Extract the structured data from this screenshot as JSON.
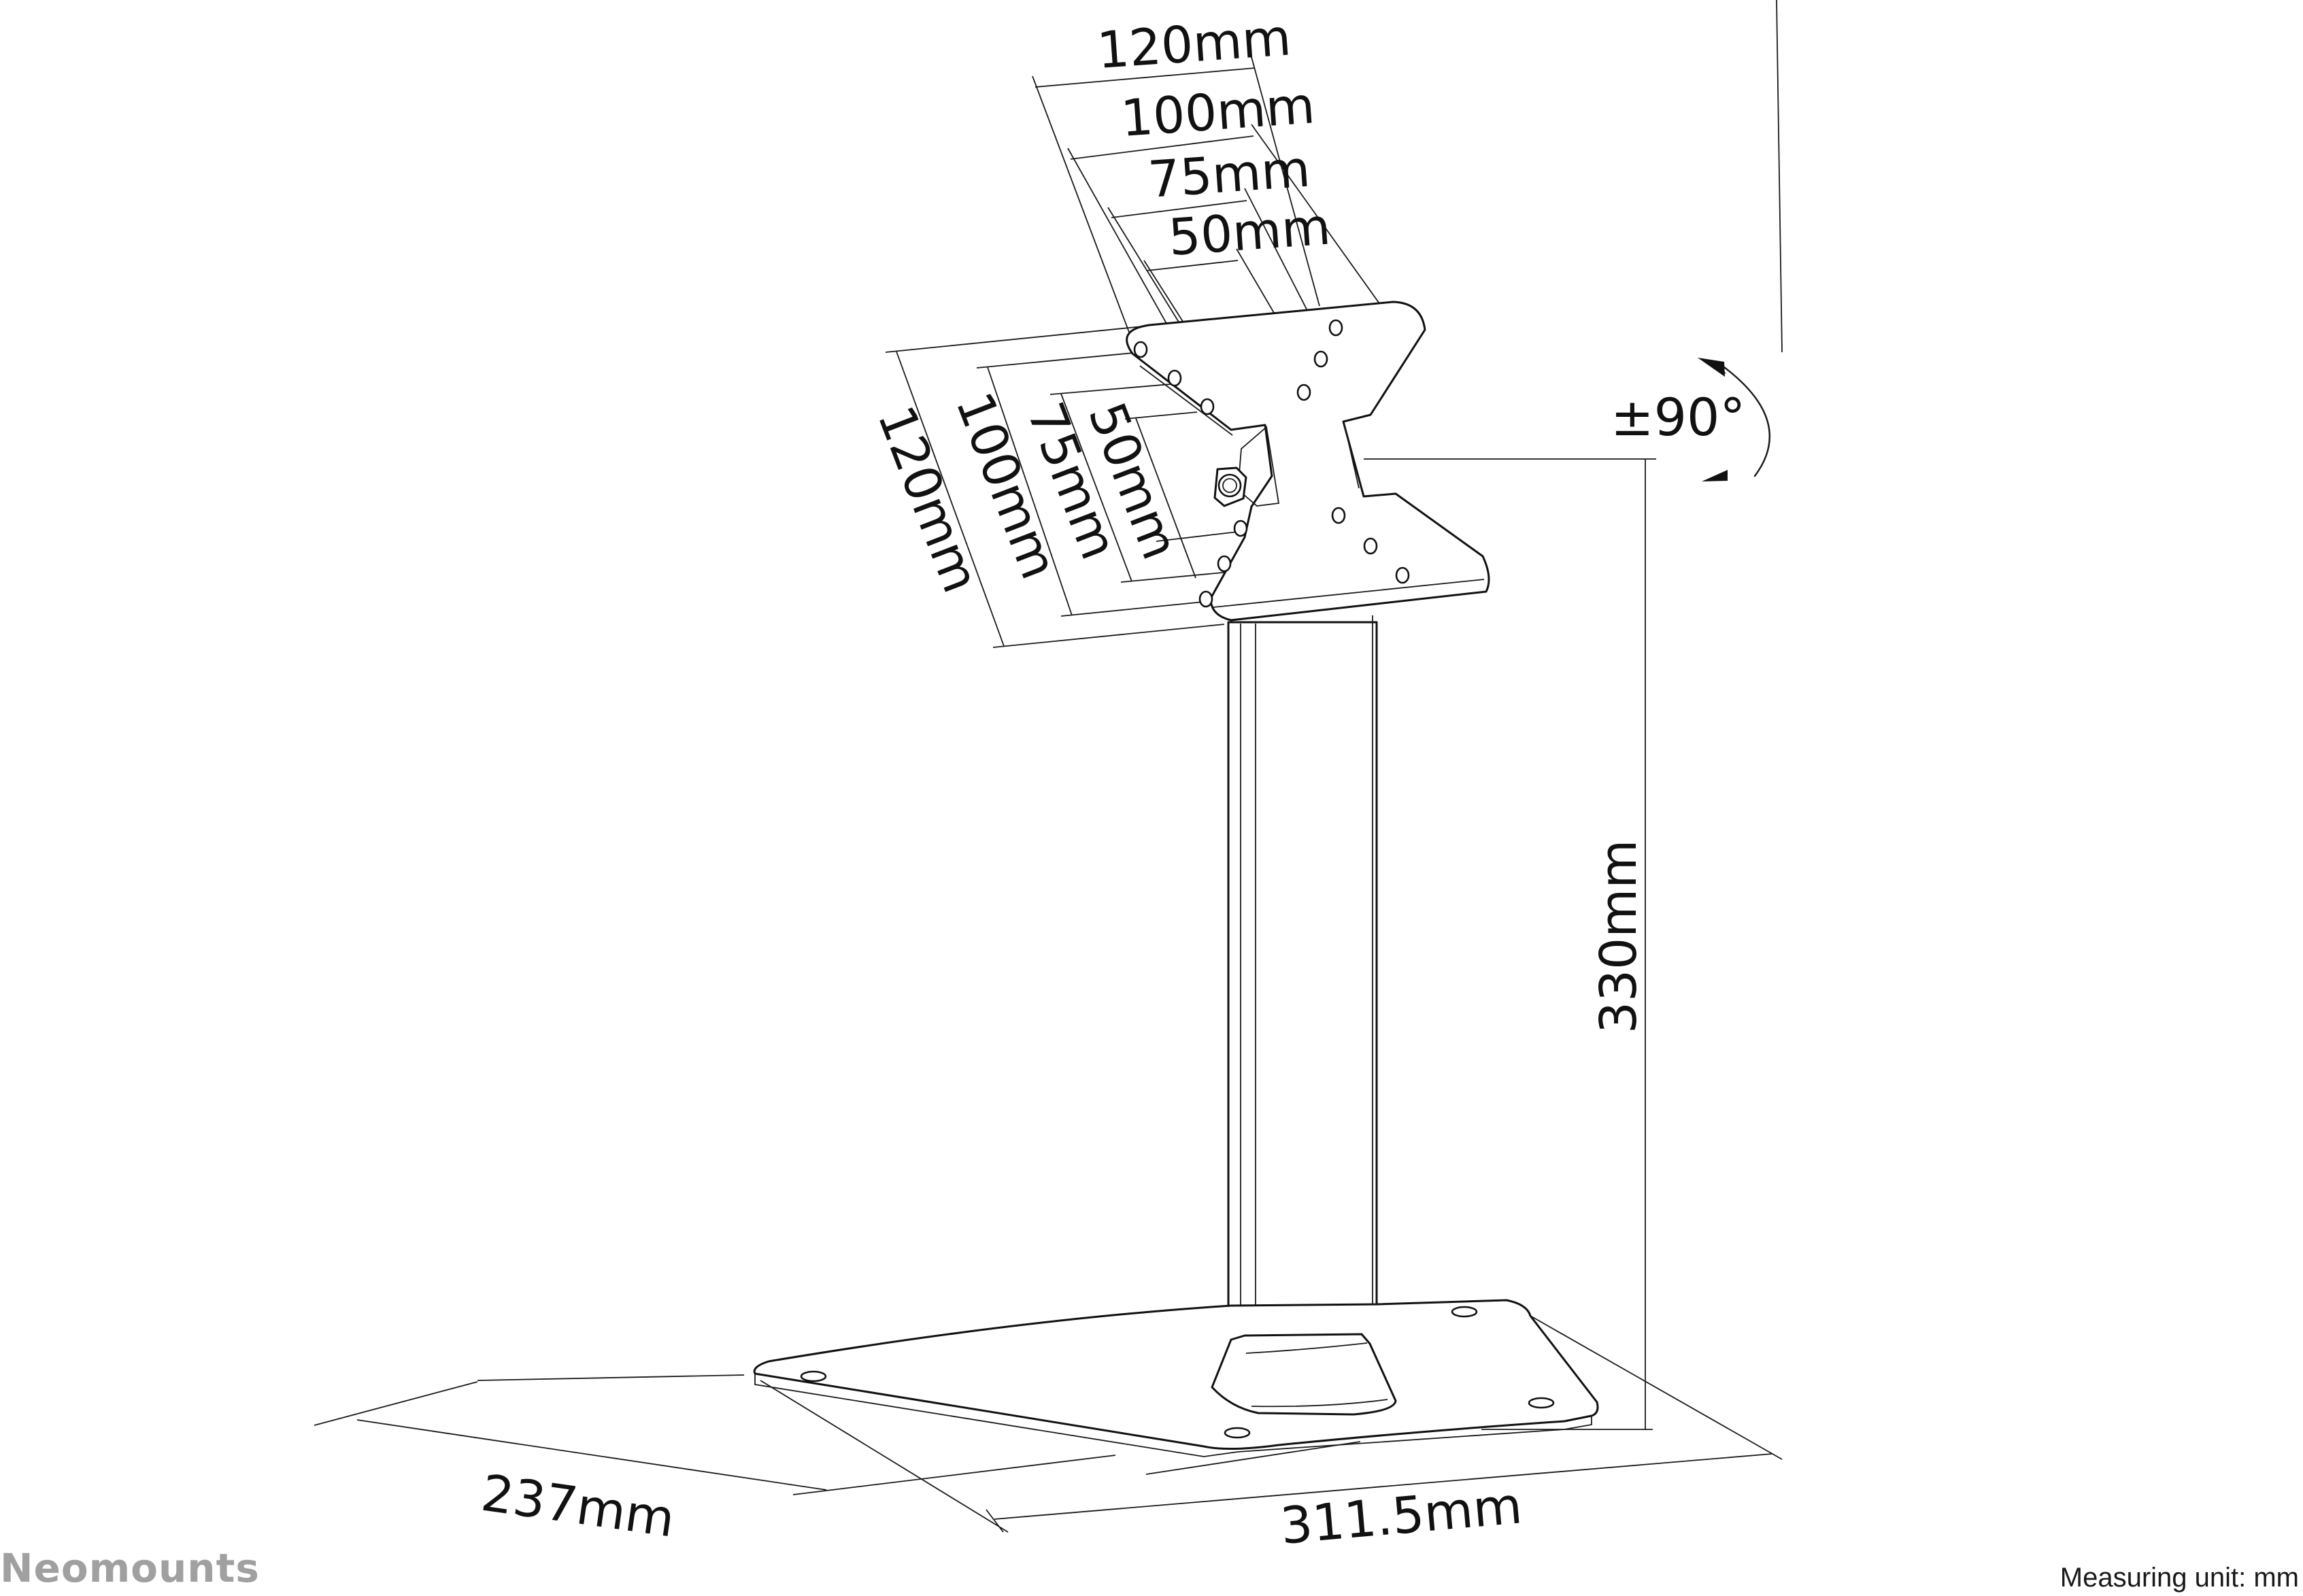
{
  "brand": {
    "logo_text": "Neomounts",
    "color": "#a0a0a0"
  },
  "footer": {
    "measuring_unit": "Measuring unit: mm"
  },
  "vesa": {
    "horizontal": [
      "120mm",
      "100mm",
      "75mm",
      "50mm"
    ],
    "vertical": [
      "120mm",
      "100mm",
      "75mm",
      "50mm"
    ]
  },
  "dimensions": {
    "rotation": "±90°",
    "height": "330mm",
    "base_depth": "237mm",
    "base_width": "311.5mm"
  },
  "colors": {
    "line": "#111111",
    "background": "#ffffff"
  }
}
